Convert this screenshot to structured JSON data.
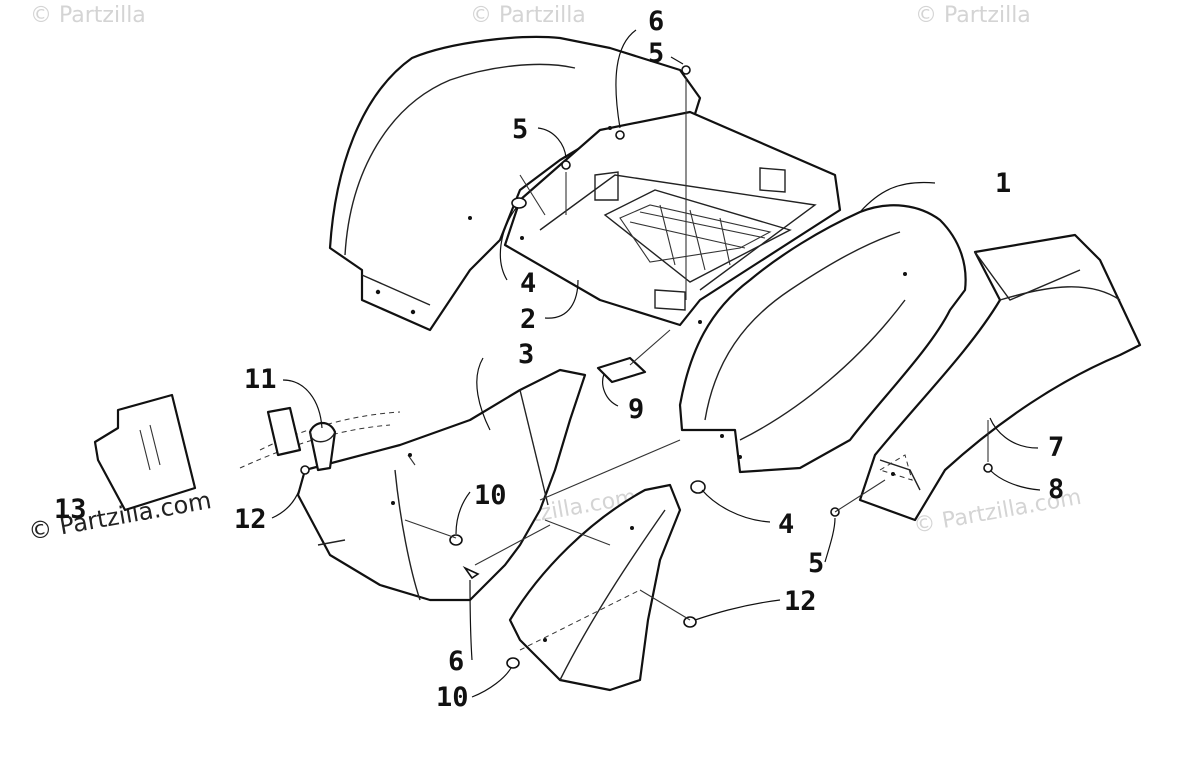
{
  "watermarks": [
    {
      "text": "© Partzilla"
    },
    {
      "text": "© Partzilla"
    },
    {
      "text": "© Partzilla"
    },
    {
      "text": "© Partzilla.com"
    },
    {
      "text": "© Partzilla.com"
    },
    {
      "text": "© Partzilla.com"
    }
  ],
  "callouts": [
    "6",
    "5",
    "5",
    "1",
    "4",
    "2",
    "3",
    "11",
    "9",
    "12",
    "13",
    "10",
    "4",
    "5",
    "7",
    "8",
    "12",
    "6",
    "10"
  ]
}
